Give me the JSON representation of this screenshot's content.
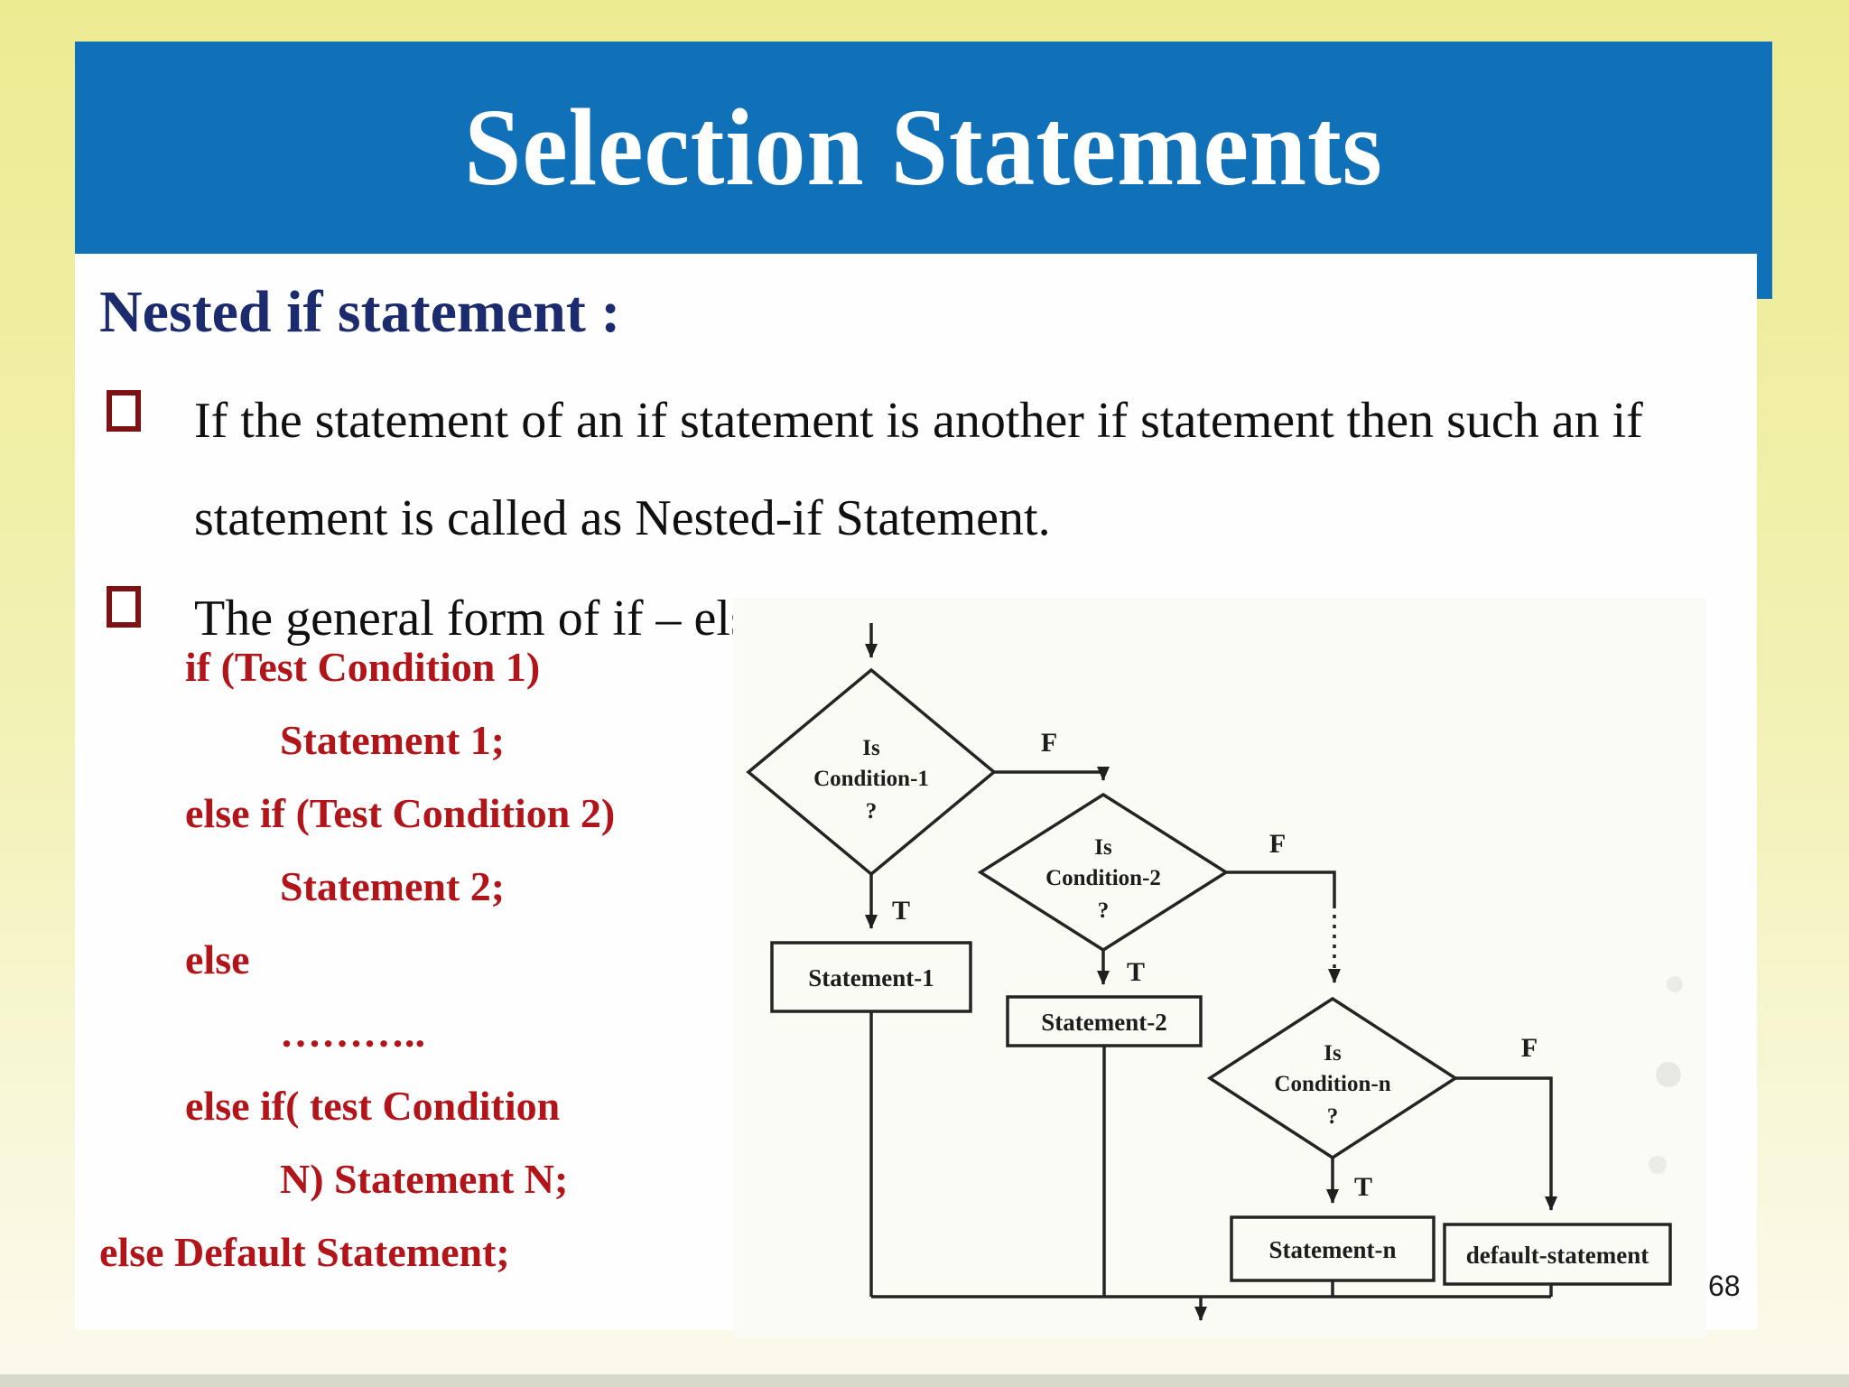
{
  "title": "Selection Statements",
  "heading": "Nested if statement :",
  "bullets": [
    "If the statement of an if statement is another if statement then such an if statement is called as Nested-if Statement.",
    "The general form of if – else – if statement is:."
  ],
  "code_lines": [
    {
      "text": "if (Test Condition 1)",
      "indent": 1
    },
    {
      "text": "Statement 1;",
      "indent": 2
    },
    {
      "text": "else if (Test Condition 2)",
      "indent": 1
    },
    {
      "text": "Statement 2;",
      "indent": 2
    },
    {
      "text": "else",
      "indent": 1
    },
    {
      "text": "………..",
      "indent": 2
    },
    {
      "text": "else if( test Condition",
      "indent": 1
    },
    {
      "text": "N) Statement N;",
      "indent": 2
    },
    {
      "text": "else Default Statement;",
      "indent": 0
    }
  ],
  "flowchart": {
    "diamonds": [
      {
        "lines": [
          "Is",
          "Condition-1",
          "?"
        ]
      },
      {
        "lines": [
          "Is",
          "Condition-2",
          "?"
        ]
      },
      {
        "lines": [
          "Is",
          "Condition-n",
          "?"
        ]
      }
    ],
    "boxes": [
      "Statement-1",
      "Statement-2",
      "Statement-n",
      "default-statement"
    ],
    "true_label": "T",
    "false_label": "F"
  },
  "page_number": "68",
  "colors": {
    "banner_blue": "#1070b8",
    "heading_navy": "#1c2b6e",
    "code_red": "#b11419",
    "bullet_maroon": "#7e1114",
    "background_yellow": "#efee9f"
  }
}
